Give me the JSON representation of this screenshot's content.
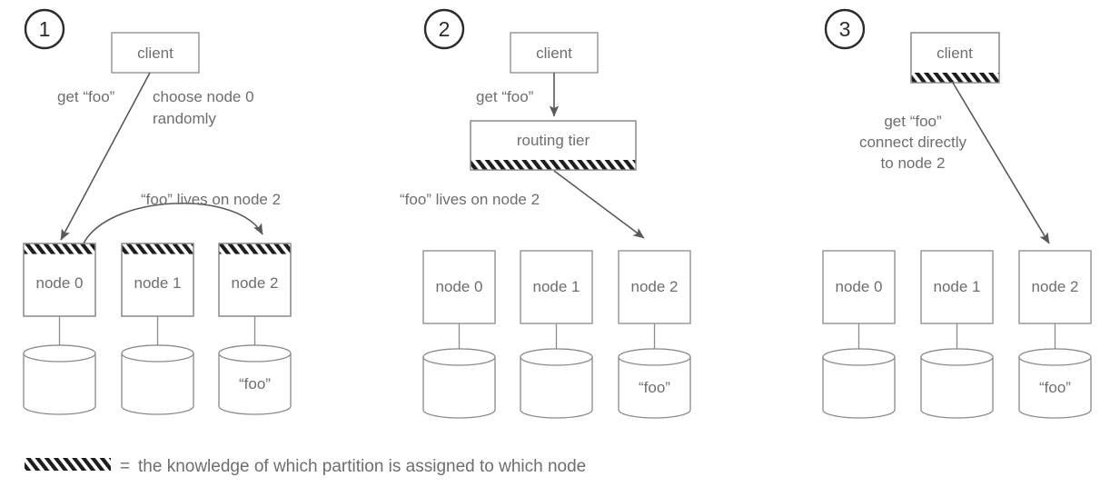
{
  "figure": {
    "title": "",
    "legend": {
      "swatch": "hatch-swatch",
      "equals": "=",
      "text": "the knowledge of which partition is assigned to which node"
    }
  },
  "panels": [
    {
      "number": "1",
      "client": {
        "label": "client",
        "hatched": false,
        "hatch_side": "none"
      },
      "labels": [
        {
          "name": "get-foo-label",
          "text": "get “foo”"
        },
        {
          "name": "choose-node-line1",
          "text": "choose node 0"
        },
        {
          "name": "choose-node-line2",
          "text": "randomly"
        },
        {
          "name": "foo-lives-label",
          "text": "“foo” lives on node 2"
        }
      ],
      "nodes": [
        {
          "label": "node 0",
          "hatched": true,
          "db_label": ""
        },
        {
          "label": "node 1",
          "hatched": true,
          "db_label": ""
        },
        {
          "label": "node 2",
          "hatched": true,
          "db_label": "“foo”"
        }
      ]
    },
    {
      "number": "2",
      "client": {
        "label": "client",
        "hatched": false,
        "hatch_side": "none"
      },
      "router": {
        "label": "routing tier",
        "hatched": true,
        "hatch_side": "bottom"
      },
      "labels": [
        {
          "name": "get-foo-label",
          "text": "get “foo”"
        },
        {
          "name": "foo-lives-label",
          "text": "“foo” lives on node 2"
        }
      ],
      "nodes": [
        {
          "label": "node 0",
          "hatched": false,
          "db_label": ""
        },
        {
          "label": "node 1",
          "hatched": false,
          "db_label": ""
        },
        {
          "label": "node 2",
          "hatched": false,
          "db_label": "“foo”"
        }
      ]
    },
    {
      "number": "3",
      "client": {
        "label": "client",
        "hatched": true,
        "hatch_side": "bottom"
      },
      "labels": [
        {
          "name": "get-foo-line1",
          "text": "get “foo”"
        },
        {
          "name": "connect-line2",
          "text": "connect directly"
        },
        {
          "name": "connect-line3",
          "text": "to node 2"
        }
      ],
      "nodes": [
        {
          "label": "node 0",
          "hatched": false,
          "db_label": ""
        },
        {
          "label": "node 1",
          "hatched": false,
          "db_label": ""
        },
        {
          "label": "node 2",
          "hatched": false,
          "db_label": "“foo”"
        }
      ]
    }
  ],
  "colors": {
    "stroke": "#8a8a8a",
    "text": "#6e6e6e",
    "arrow": "#595959",
    "number": "#2b2b2b",
    "background": "#ffffff"
  }
}
